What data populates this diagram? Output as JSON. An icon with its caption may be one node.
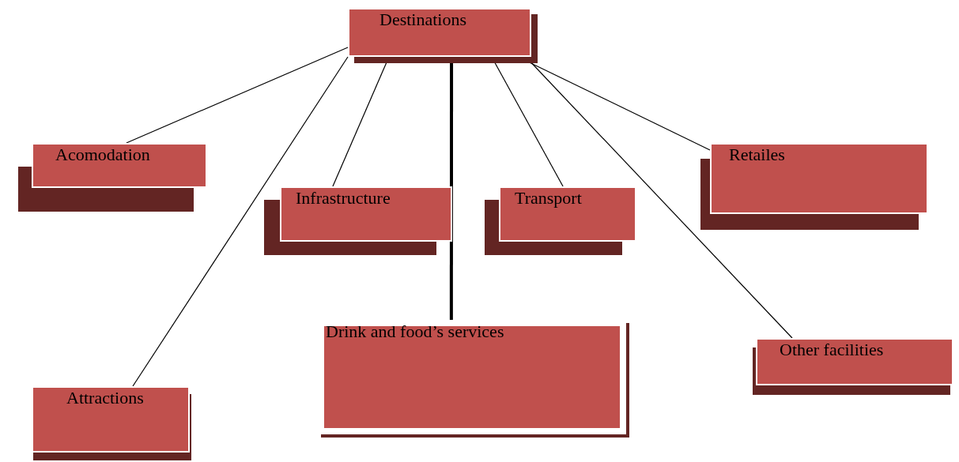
{
  "diagram": {
    "nodes": [
      {
        "text": [
          "Destinations"
        ]
      },
      {
        "text": [
          "Acomodation"
        ]
      },
      {
        "text": [
          "Retailes"
        ]
      },
      {
        "text": [
          "Infrastructure"
        ]
      },
      {
        "text": [
          "Transport"
        ]
      },
      {
        "text": [
          "Other facilities"
        ]
      },
      {
        "text": [
          "Attractions"
        ]
      },
      {
        "text": [
          "Drink and food’s services"
        ]
      }
    ],
    "edges": [
      {
        "from": 0,
        "to": 1,
        "arrow": "none"
      },
      {
        "from": 0,
        "to": 2,
        "arrow": "none"
      },
      {
        "from": 0,
        "to": 3,
        "arrow": "none"
      },
      {
        "from": 0,
        "to": 4,
        "arrow": "none"
      },
      {
        "from": 0,
        "to": 5,
        "arrow": "none"
      },
      {
        "from": 0,
        "to": 6,
        "arrow": "none"
      },
      {
        "from": 0,
        "to": 7,
        "arrow": "none",
        "style": "thick"
      }
    ]
  }
}
